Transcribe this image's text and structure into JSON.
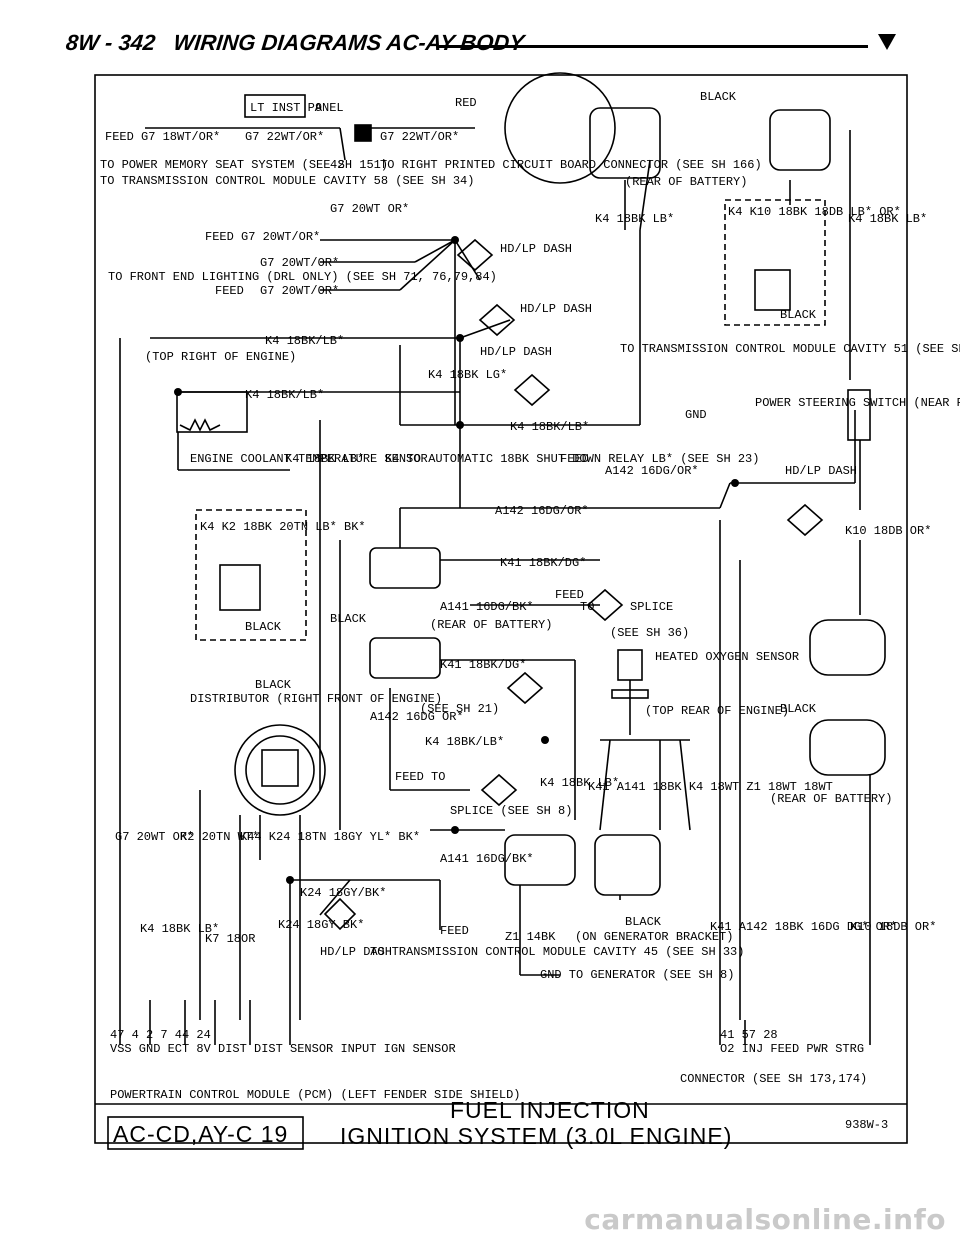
{
  "header": {
    "page": "8W - 342",
    "title": "WIRING DIAGRAMS AC-AY BODY"
  },
  "labels": {
    "lt_inst_panel": "LT INST PANEL",
    "nine": "9",
    "red": "RED",
    "black_top": "BLACK",
    "feed_g7": "FEED G7 18WT/OR*",
    "g7_22wt_or": "G7 22WT/OR*",
    "g7_22wt_or_r": "G7 22WT/OR*",
    "to_power_memory": "TO POWER MEMORY SEAT SYSTEM (SEE SH 151)",
    "to_trans_module": "TO TRANSMISSION CONTROL MODULE CAVITY 58 (SEE SH 34)",
    "pin42": "42",
    "to_right_printed": "TO RIGHT PRINTED CIRCUIT BOARD CONNECTOR (SEE SH 166)",
    "g7_20wt_or_v": "G7 20WT OR*",
    "rear_of_battery_top": "(REAR OF BATTERY)",
    "feed_g7_20": "FEED G7 20WT/OR*",
    "g7_20wt_or2": "G7 20WT/OR*",
    "hd_lp_dash_g7": "HD/LP DASH",
    "to_front_end": "TO FRONT END LIGHTING (DRL ONLY) (SEE SH 71, 76,79,84)",
    "feed_fe": "FEED",
    "g7_20wt_or3": "G7 20WT/OR*",
    "k4_hdlp_dash": "HD/LP DASH",
    "k4_18bk_lb_top": "K4 18BK/LB*",
    "top_right_engine": "(TOP RIGHT OF ENGINE)",
    "k4_18bk_lb_sensor": "K4 18BK/LB*",
    "hdlp_dash_k4": "HD/LP DASH",
    "k4_18bk_lg": "K4 18BK LG*",
    "k4_18bk_lb_mid": "K4 18BK/LB*",
    "to_trans_51": "TO TRANSMISSION CONTROL MODULE CAVITY 51 (SEE SH 34)",
    "gnd": "GND",
    "power_steering": "POWER STEERING SWITCH (NEAR PUMP)",
    "k4_18bk_lb_v1": "K4 18BK LB*",
    "k4_18bk_lb_box": "K4 K10 18BK 18DB LB* OR*",
    "k4_18bk_lb_v2": "K4 18BK LB*",
    "black_box": "BLACK",
    "ect_sensor": "ENGINE COOLANT TEMPERATURE SENSOR",
    "k4_18bk_lb_ect": "K4 18BK LB*",
    "ect_conn": "K4 K2 18BK 20TN LB* BK*",
    "black_ect": "BLACK",
    "asd_relay": "K4 TO AUTOMATIC 18BK SHUT DOWN RELAY LB* (SEE SH 23)",
    "feed_a142": "FEED",
    "a142_16dg_or": "A142 16DG/OR*",
    "hdlp_dash_a142": "HD/LP DASH",
    "a142_16dg_or2": "A142 16DG/OR*",
    "k10_18db_or": "K10 18DB OR*",
    "k41_18bk_dg": "K41 18BK/DG*",
    "a141_16dg_bk": "A141 16DG/BK*",
    "feed_a141": "FEED",
    "to_splice": "TO",
    "splice": "SPLICE",
    "see_sh_36": "(SEE SH 36)",
    "black_k41": "BLACK",
    "rear_of_battery_mid": "(REAR OF BATTERY)",
    "k41_18bk_dg2": "K41 18BK/DG*",
    "heated_o2": "HEATED OXYGEN SENSOR",
    "black_dist": "BLACK",
    "distributor": "DISTRIBUTOR (RIGHT FRONT OF ENGINE)",
    "see_sh_21": "(SEE SH 21)",
    "a142_16dg_v": "A142 16DG OR*",
    "k4_18bk_lb_low": "K4 18BK/LB*",
    "top_rear": "(TOP REAR OF ENGINE)",
    "black_right": "BLACK",
    "rear_of_battery_right": "(REAR OF BATTERY)",
    "feed_to_a142": "FEED TO",
    "splice_see_sh8": "SPLICE (SEE SH 8)",
    "k4_18bk_lb_o2": "K4 18BK LB*",
    "a141_18wt": "K41 A141 18BK K4 18WT Z1 18WT 18WT",
    "g7_20wt_or_bottom": "G7 20WT OR*",
    "k2_20tn_wt": "K2 20TN WT*",
    "k44_k24": "K44 K24 18TN 18GY YL* BK*",
    "a141_16dg_bk2": "A141 16DG/BK*",
    "k24_18gy_bk": "K24 18GY/BK*",
    "k4_18bk_lb_b": "K4 18BK LB*",
    "k7_18or": "K7 18OR",
    "k24_18gy_bk2": "K24 18GY BK*",
    "hdlp_dash_k24": "HD/LP DASH",
    "to_trans_45": "TO TRANSMISSION CONTROL MODULE CAVITY 45 (SEE SH 33)",
    "feed_k24": "FEED",
    "z1_14bk": "Z1 14BK",
    "black_gen": "BLACK",
    "on_generator": "(ON GENERATOR BRACKET)",
    "gnd_to_gen": "GND TO GENERATOR (SEE SH 8)",
    "k41_a142_bottom": "K41 A142 18BK 16DG DG* OR*",
    "k10_18db_or_b": "K10 18DB OR*",
    "pcm_pins": "47 4 2 7 44 24",
    "pcm_pin_labels": "VSS GND ECT 8V DIST DIST SENSOR INPUT IGN SENSOR",
    "pcm_right_pins": "41 57 28",
    "pcm_right_labels": "O2 INJ FEED PWR STRG",
    "pcm_name": "POWERTRAIN CONTROL MODULE (PCM) (LEFT FENDER SIDE SHIELD)",
    "connector_ref": "CONNECTOR (SEE SH 173,174)"
  },
  "footer": {
    "code": "AC-CD,AY-C 19",
    "title1": "FUEL INJECTION",
    "title2": "IGNITION SYSTEM (3.0L ENGINE)",
    "fig": "938W-3"
  },
  "watermark": "carmanualsonline.info"
}
